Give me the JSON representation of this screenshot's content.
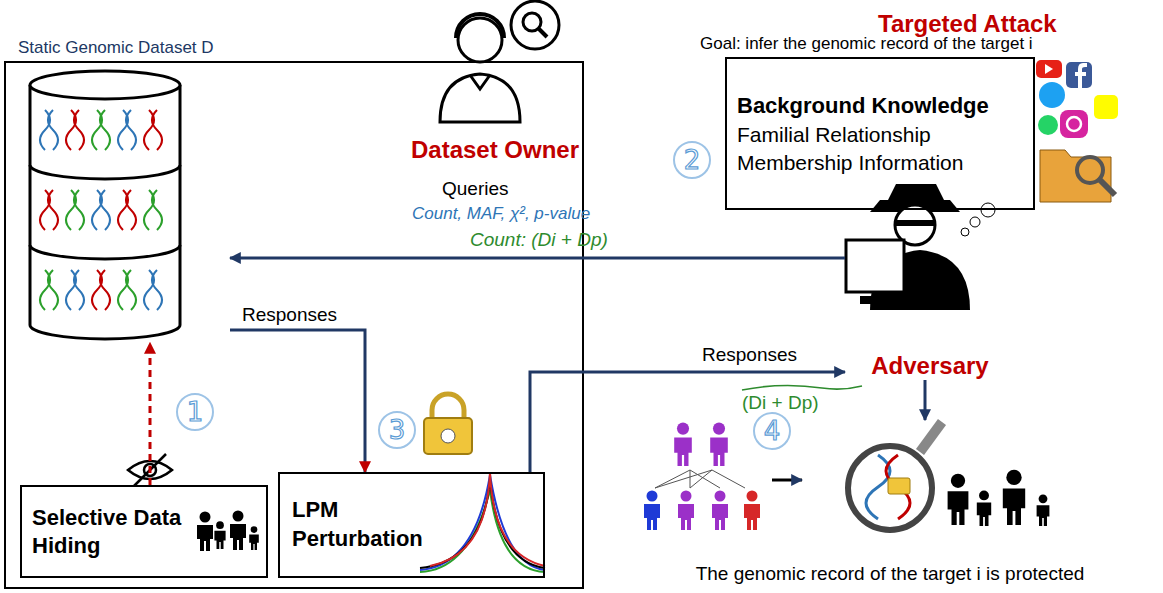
{
  "diagram": {
    "nodes": [
      {
        "text": [
          "Static Genomic Dataset D"
        ]
      },
      {
        "text": [
          "Selective Data Hiding"
        ]
      },
      {
        "text": [
          "LPM Perturbation"
        ]
      },
      {
        "text": [
          "Background Knowledge",
          "Familial Relationship",
          "Membership Information"
        ]
      },
      {
        "text": [
          "Adversary"
        ]
      },
      {
        "text": [
          "Dataset Owner"
        ]
      },
      {
        "text": [
          "The genomic record of the target i is protected"
        ]
      }
    ],
    "edges": [
      {
        "from": 4,
        "to": 0,
        "label": "Queries",
        "arrow": "to"
      },
      {
        "from": 1,
        "to": 0,
        "arrow": "to"
      },
      {
        "from": 0,
        "to": 2,
        "label": "Responses",
        "arrow": "to"
      },
      {
        "from": 2,
        "to": 4,
        "label": "Responses",
        "arrow": "to"
      },
      {
        "from": 4,
        "to": 6,
        "arrow": "to"
      }
    ],
    "labels": [
      "Targeted Attack",
      "Goal: infer the genomic record of the target i",
      "Count, MAF, χ², p-value",
      "Count: (Di + Dp)",
      "(Di + Dp)",
      "1",
      "2",
      "3",
      "4"
    ]
  }
}
